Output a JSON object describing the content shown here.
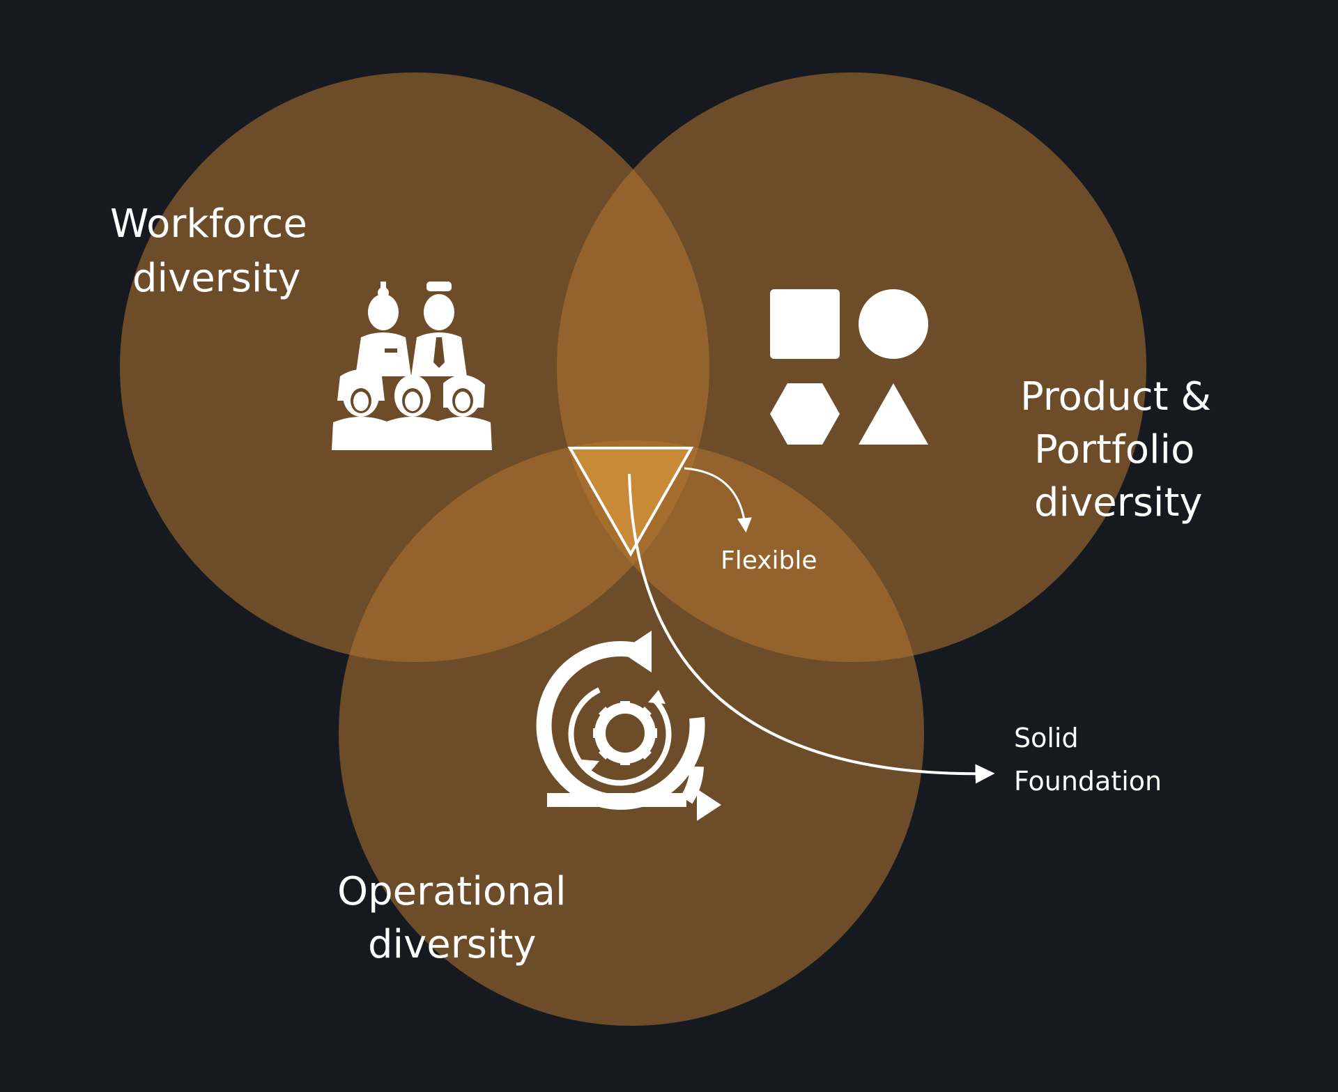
{
  "colors": {
    "background": "#161a20",
    "circle_fill": "#b27631",
    "center_triangle": "#c98a38",
    "icon": "#ffffff"
  },
  "circles": [
    {
      "id": "workforce",
      "label_lines": [
        "Workforce",
        "diversity"
      ],
      "icon": "people-group-icon"
    },
    {
      "id": "product",
      "label_lines": [
        "Product &",
        "Portfolio",
        "diversity"
      ],
      "icon": "shapes-icon"
    },
    {
      "id": "operational",
      "label_lines": [
        "Operational",
        "diversity"
      ],
      "icon": "gear-cycle-icon"
    }
  ],
  "annotations": {
    "flexible": "Flexible",
    "solid_foundation_lines": [
      "Solid",
      "Foundation"
    ]
  }
}
